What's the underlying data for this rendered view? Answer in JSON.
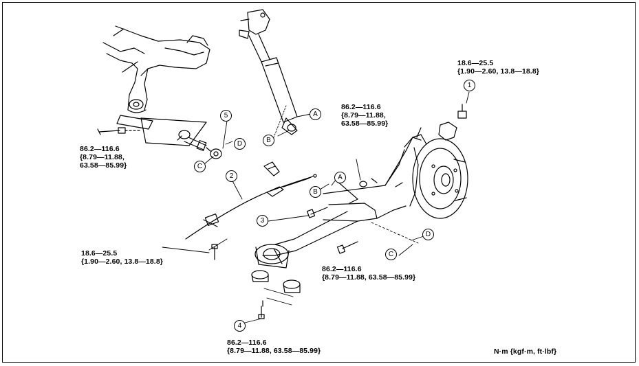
{
  "callouts": {
    "c1": "1",
    "c2": "2",
    "c3": "3",
    "c4": "4",
    "c5": "5",
    "A1": "A",
    "A2": "A",
    "B1": "B",
    "B2": "B",
    "C1": "C",
    "C2": "C",
    "D1": "D",
    "D2": "D"
  },
  "torques": {
    "top_right": [
      "18.6—25.5",
      "{1.90—2.60, 13.8—18.8}"
    ],
    "center_top": [
      "86.2—116.6",
      "{8.79—11.88,",
      "63.58—85.99}"
    ],
    "left_upper": [
      "86.2—116.6",
      "{8.79—11.88,",
      "63.58—85.99}"
    ],
    "left_lower": [
      "18.6—25.5",
      "{1.90—2.60, 13.8—18.8}"
    ],
    "center_lower": [
      "86.2—116.6",
      "{8.79—11.88, 63.58—85.99}"
    ],
    "bottom": [
      "86.2—116.6",
      "{8.79—11.88, 63.58—85.99}"
    ]
  },
  "units_note": "N·m {kgf·m, ft·lbf}",
  "colors": {
    "line": "#000000",
    "background": "#ffffff"
  }
}
